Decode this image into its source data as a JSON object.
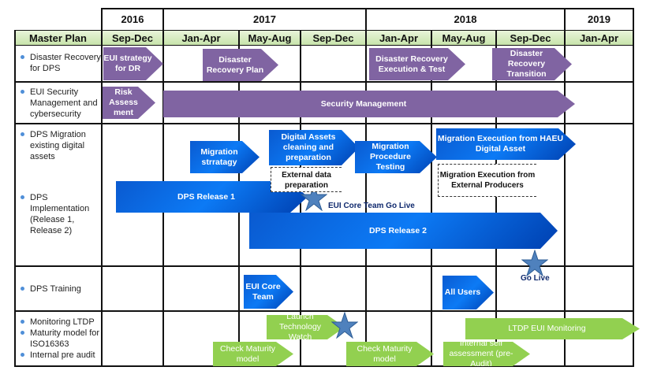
{
  "title": "Master Plan",
  "years": [
    "2016",
    "2017",
    "2018",
    "2019"
  ],
  "periods": [
    "Sep-Dec",
    "Jan-Apr",
    "May-Aug",
    "Sep-Dec",
    "Jan-Apr",
    "May-Aug",
    "Sep-Dec",
    "Jan-Apr"
  ],
  "rows": {
    "dr": [
      "Disaster Recovery for DPS"
    ],
    "sec": [
      "EUI Security Management and cybersecurity"
    ],
    "mig": [
      "DPS Migration existing digital assets"
    ],
    "impl": [
      "DPS Implementation (Release 1, Release 2)"
    ],
    "train": [
      "DPS Training"
    ],
    "mon": [
      "Monitoring LTDP",
      "Maturity model for ISO16363",
      "Internal pre audit"
    ]
  },
  "tasks": {
    "eui_dr": "EUI strategy for DR",
    "dr_plan": "Disaster Recovery Plan",
    "dr_exec": "Disaster Recovery Execution & Test",
    "dr_trans": "Disaster Recovery Transition",
    "risk": "Risk Assess ment",
    "secman": "Security Management",
    "mig_strat": "Migration strratagy",
    "digital": "Digital Assets cleaning and preparation",
    "ext_data": "External data preparation",
    "mig_test": "Migration Procedure Testing",
    "mig_haeu": "Migration Execution from HAEU Digital Asset",
    "mig_ext": "Migration Execution from External Producers",
    "rel1": "DPS Release 1",
    "rel2": "DPS Release 2",
    "core_golive": "EUI Core Team  Go Live",
    "golive": "Go Live",
    "train_core": "EUI Core Team",
    "train_all": "All Users",
    "launch": "Launch Technology Watch",
    "check1": "Check Maturity model",
    "check2": "Check Maturity model",
    "self": "Internal self assessment (pre-Audit)",
    "ltdp": "LTDP  EUI Monitoring"
  },
  "colors": {
    "purple": "#8064a2",
    "blue": "#0c7af5",
    "green": "#92d050",
    "star": "#4f81bd"
  }
}
